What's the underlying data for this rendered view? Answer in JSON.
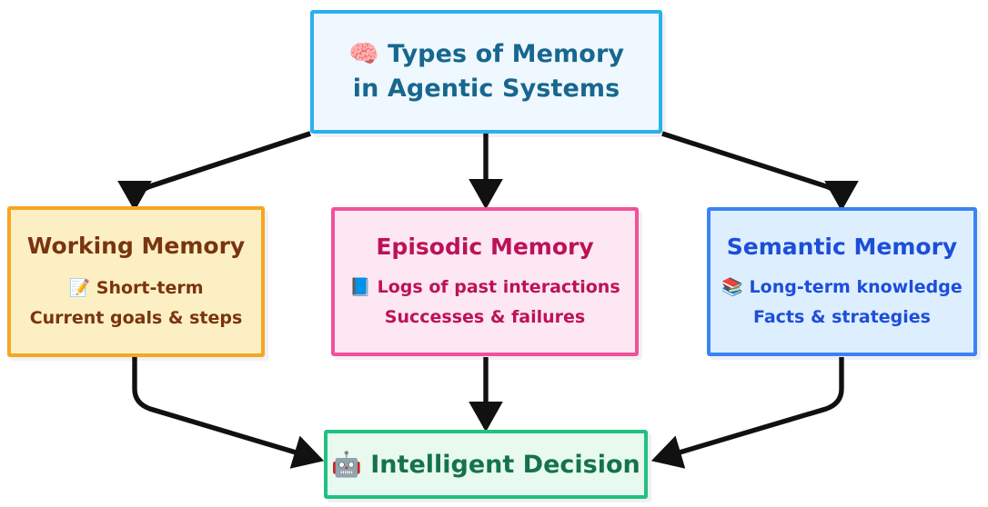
{
  "diagram": {
    "title": "Types of Memory in Agentic Systems",
    "background_color": "#ffffff",
    "edge_color": "#111111"
  },
  "nodes": {
    "root": {
      "id": "root",
      "icon": "brain-emoji",
      "icon_glyph": "🧠",
      "title_line1": "Types of Memory",
      "title_line2": "in Agentic Systems",
      "fill": "#eff8fe",
      "border": "#29b0f0",
      "text_color": "#17678f"
    },
    "working": {
      "id": "working-memory",
      "title": "Working Memory",
      "icon": "memo-emoji",
      "icon_glyph": "📝",
      "line1": "Short-term",
      "line2": "Current goals & steps",
      "fill": "#fdefc4",
      "border": "#f5a623",
      "text_color": "#7a3410"
    },
    "episodic": {
      "id": "episodic-memory",
      "title": "Episodic Memory",
      "icon": "closed-book-emoji",
      "icon_glyph": "📘",
      "line1": "Logs of past interactions",
      "line2": "Successes & failures",
      "fill": "#fce7f2",
      "border": "#f0519b",
      "text_color": "#bd1258"
    },
    "semantic": {
      "id": "semantic-memory",
      "title": "Semantic Memory",
      "icon": "books-emoji",
      "icon_glyph": "📚",
      "line1": "Long-term knowledge",
      "line2": "Facts & strategies",
      "fill": "#ddeeff",
      "border": "#3b82f6",
      "text_color": "#1d4ed8"
    },
    "decision": {
      "id": "intelligent-decision",
      "icon": "robot-emoji",
      "icon_glyph": "🤖",
      "title": "Intelligent Decision",
      "fill": "#e8faf0",
      "border": "#20c281",
      "text_color": "#14734a"
    }
  },
  "edges": [
    {
      "from": "root",
      "to": "working",
      "style": "curved-elbow"
    },
    {
      "from": "root",
      "to": "episodic",
      "style": "straight-vertical"
    },
    {
      "from": "root",
      "to": "semantic",
      "style": "curved-elbow"
    },
    {
      "from": "working",
      "to": "decision",
      "style": "curved-elbow"
    },
    {
      "from": "episodic",
      "to": "decision",
      "style": "straight-vertical"
    },
    {
      "from": "semantic",
      "to": "decision",
      "style": "curved-elbow"
    }
  ]
}
